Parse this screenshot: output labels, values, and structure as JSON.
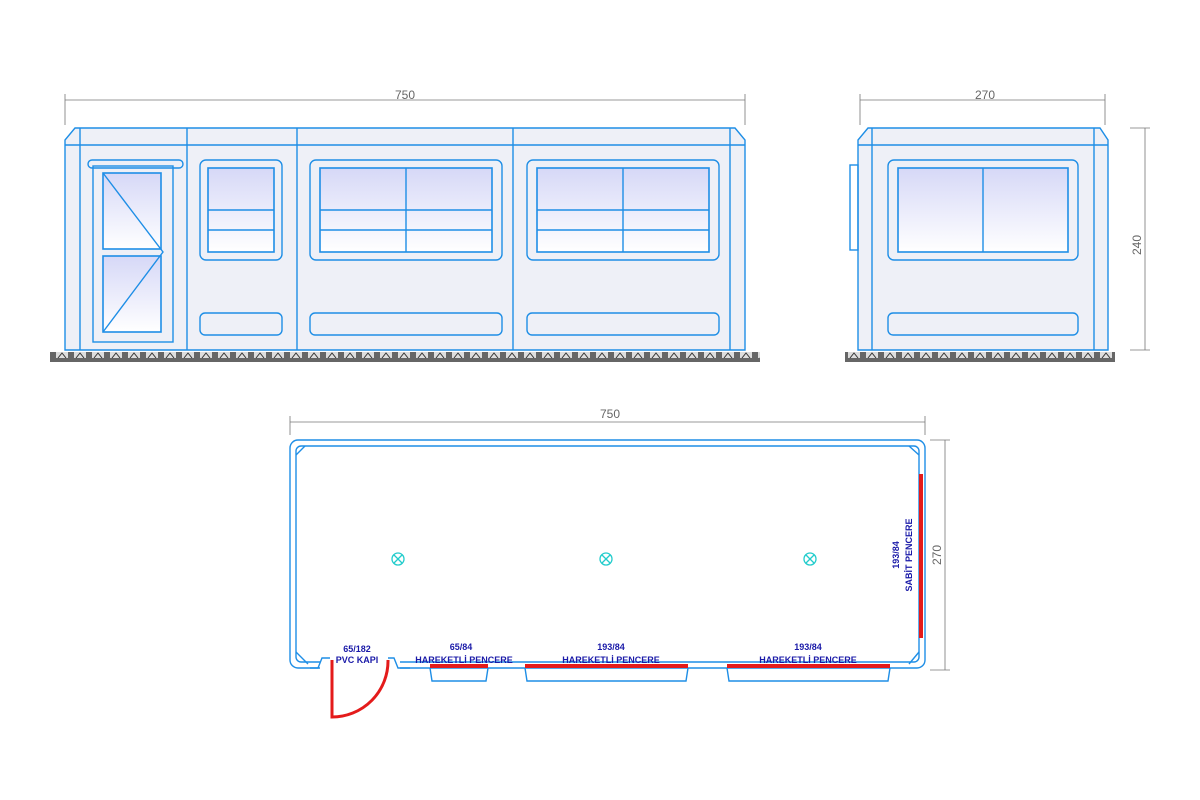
{
  "front_elevation": {
    "width_label": "750"
  },
  "side_elevation": {
    "width_label": "270",
    "height_label": "240"
  },
  "plan": {
    "width_label": "750",
    "depth_label": "270",
    "openings": [
      {
        "size": "65/182",
        "name": "PVC KAPI"
      },
      {
        "size": "65/84",
        "name": "HAREKETLİ PENCERE"
      },
      {
        "size": "193/84",
        "name": "HAREKETLİ PENCERE"
      },
      {
        "size": "193/84",
        "name": "HAREKETLİ PENCERE"
      },
      {
        "size": "193/84",
        "name": "SABİT PENCERE"
      }
    ]
  },
  "colors": {
    "line": "#1e8ee6",
    "window_plan": "#e41b1b",
    "text": "#1a1aa8",
    "light": "#22cccc"
  }
}
